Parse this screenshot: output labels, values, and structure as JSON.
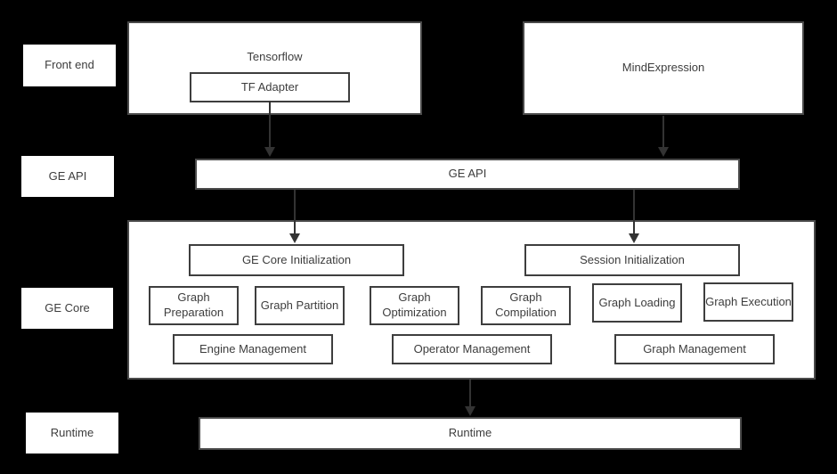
{
  "colors": {
    "background": "#000000",
    "box_fill": "#ffffff",
    "outer_border": "#4a4a4a",
    "inner_border": "#3e3e3e",
    "text": "#3d3d3d",
    "arrow": "#333333"
  },
  "row_labels": {
    "front_end": "Front end",
    "ge_api": "GE API",
    "ge_core": "GE Core",
    "runtime": "Runtime"
  },
  "front_end_layer": {
    "tensorflow_label": "Tensorflow",
    "tf_adapter_label": "TF Adapter",
    "mindexpression_label": "MindExpression"
  },
  "ge_api_layer": {
    "bar_label": "GE API"
  },
  "ge_core_layer": {
    "ge_core_initialization": "GE Core Initialization",
    "session_initialization": "Session Initialization",
    "stages": [
      "Graph Preparation",
      "Graph Partition",
      "Graph Optimization",
      "Graph Compilation",
      "Graph Loading",
      "Graph Execution"
    ],
    "management": [
      "Engine Management",
      "Operator Management",
      "Graph Management"
    ]
  },
  "runtime_layer": {
    "bar_label": "Runtime"
  }
}
